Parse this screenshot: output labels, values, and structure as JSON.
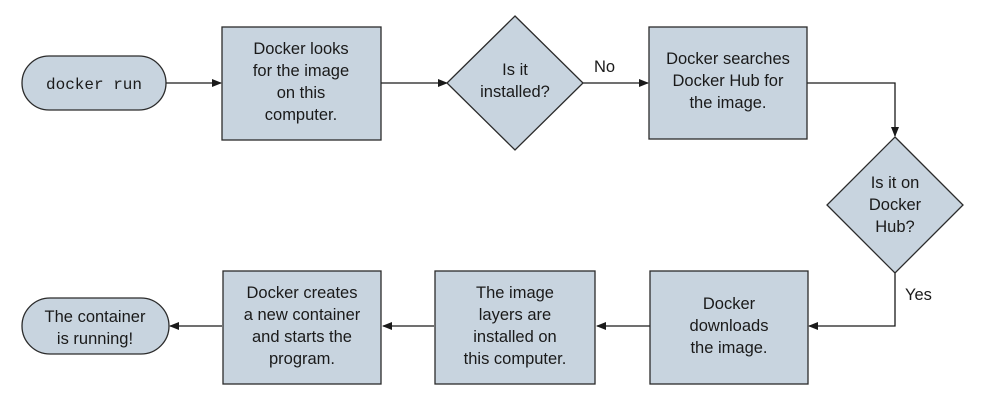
{
  "diagram": {
    "nodes": {
      "start": [
        "docker run"
      ],
      "looks": [
        "Docker looks",
        "for the image",
        "on this",
        "computer."
      ],
      "installed": [
        "Is it",
        "installed?"
      ],
      "searches": [
        "Docker searches",
        "Docker Hub for",
        "the image."
      ],
      "on_hub": [
        "Is it on",
        "Docker",
        "Hub?"
      ],
      "downloads": [
        "Docker",
        "downloads",
        "the image."
      ],
      "layers": [
        "The image",
        "layers are",
        "installed on",
        "this computer."
      ],
      "creates": [
        "Docker creates",
        "a new container",
        "and starts the",
        "program."
      ],
      "end": [
        "The container",
        "is running!"
      ]
    },
    "edges": {
      "no_label": "No",
      "yes_label": "Yes"
    }
  }
}
